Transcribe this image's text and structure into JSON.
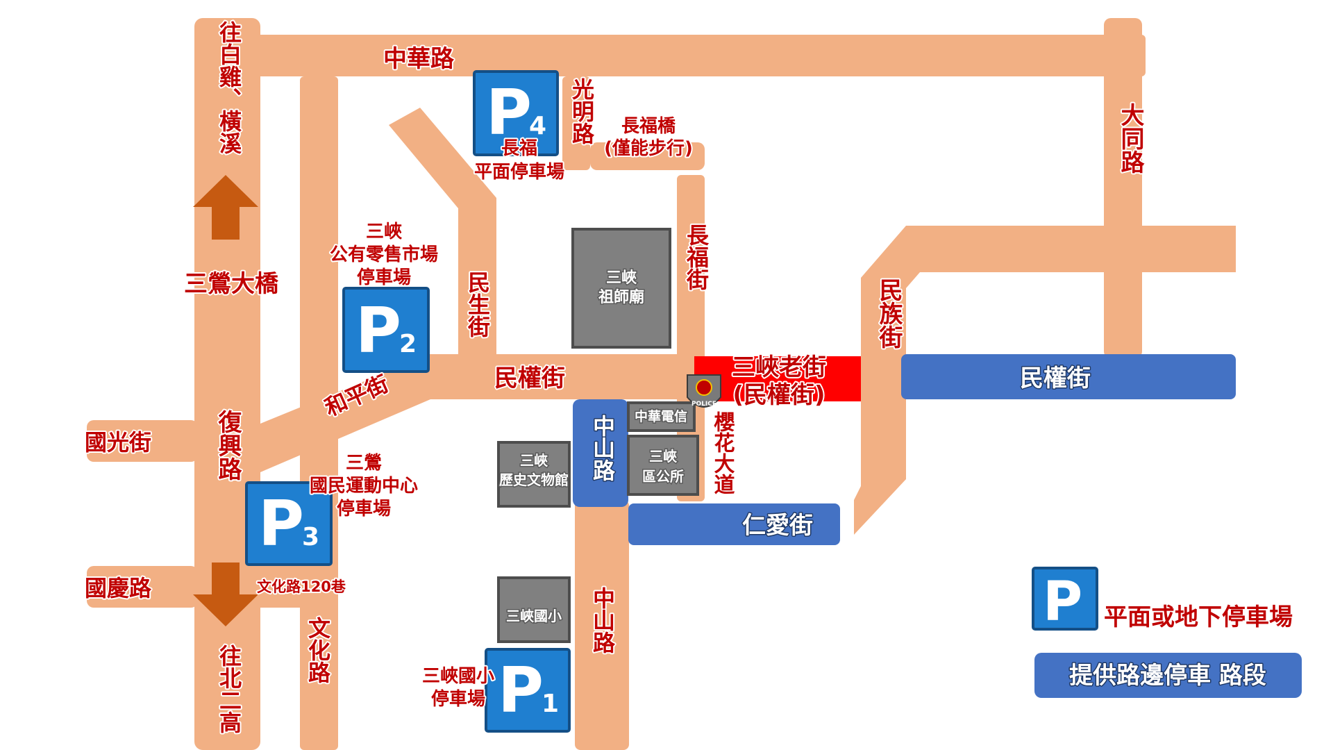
{
  "colors": {
    "road": "#F2B084",
    "roadside_parking": "#4472C4",
    "old_street": "#FF0000",
    "parking_box": "#1F7FD0",
    "label": "#C00000",
    "building": "#808080",
    "arrow": "#C65A11"
  },
  "roads": {
    "zhonghua": "中華路",
    "guangming": "光明路",
    "changfu_bridge_line1": "長福橋",
    "changfu_bridge_line2": "(僅能步行)",
    "datong": "大同路",
    "changfu_st": "長福街",
    "minsheng": "民生街",
    "minzu": "民族街",
    "minquan_west": "民權街",
    "minquan_east": "民權街",
    "old_street_line1": "三峽老街",
    "old_street_line2": "(民權街)",
    "heping": "和平街",
    "sanying_bridge": "三鶯大橋",
    "fuxing": "復興路",
    "guoguang": "國光街",
    "guoqing": "國慶路",
    "wenhua_lane": "文化路120巷",
    "wenhua": "文化路",
    "zhongshan_north": "中山路",
    "zhongshan_south": "中山路",
    "yinghua": "櫻花大道",
    "renai": "仁愛街",
    "to_north": "往白雞、橫溪",
    "to_south": "往北二高"
  },
  "buildings": {
    "zushi_line1": "三峽",
    "zushi_line2": "祖師廟",
    "telecom": "中華電信",
    "museum_line1": "三峽",
    "museum_line2": "歷史文物館",
    "district_line1": "三峽",
    "district_line2": "區公所",
    "school": "三峽國小",
    "police_badge": "POLICE"
  },
  "parking": {
    "p1": {
      "letter": "P",
      "number": "1",
      "label_line1": "三峽國小",
      "label_line2": "停車場"
    },
    "p2": {
      "letter": "P",
      "number": "2",
      "label_line1": "三峽",
      "label_line2": "公有零售市場",
      "label_line3": "停車場"
    },
    "p3": {
      "letter": "P",
      "number": "3",
      "label_line1": "三鶯",
      "label_line2": "國民運動中心",
      "label_line3": "停車場"
    },
    "p4": {
      "letter": "P",
      "number": "4",
      "label_line1": "長福",
      "label_line2": "平面停車場"
    }
  },
  "legend": {
    "p_letter": "P",
    "lot_label": "平面或地下停車場",
    "roadside_label": "提供路邊停車 路段"
  }
}
